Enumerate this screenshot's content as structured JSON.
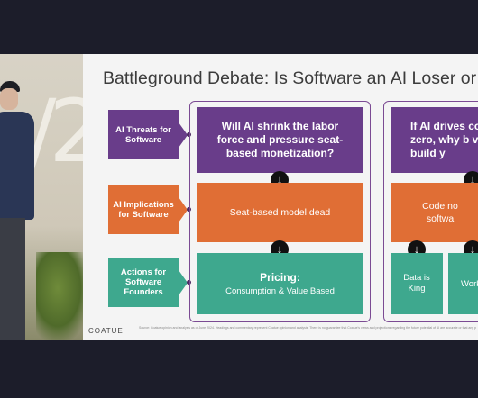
{
  "camera": {
    "wall_number": "/2"
  },
  "slide": {
    "title": "Battleground Debate: Is Software an AI Loser or Winn",
    "row_labels": [
      "AI Threats for Software",
      "AI Implications for Software",
      "Actions for Software Founders"
    ],
    "column1": {
      "question": "Will AI shrink the labor force and pressure seat-based monetization?",
      "implication": "Seat-based model dead",
      "action_title": "Pricing:",
      "action_subtitle": "Consumption & Value Based"
    },
    "column2": {
      "question": "If AI drives co to zero, why b vs. build y",
      "implication": "Code no softwa",
      "action_left": "Data is King",
      "action_right": "Work"
    },
    "footer_logo": "COATUE",
    "footer_note": "Source: Coatue opinion and analysis as of June 2024. Headings and commentary represent Coatue opinion and analysis. There is no guarantee that Coatue's views and projections regarding the future potential of AI are accurate or that any particular Coatue investment will benefit. There is no indication or guarantee that any investment or fund will be successful or meet its goals. Information presented does not represent investment advice. See Appendix: Disclosures for important information, including regarding AI."
  },
  "colors": {
    "purple": "#693d8a",
    "orange": "#e06e35",
    "teal": "#3ea88e",
    "background": "#1c1d2a"
  },
  "icons": {
    "down_arrow": "↓"
  }
}
